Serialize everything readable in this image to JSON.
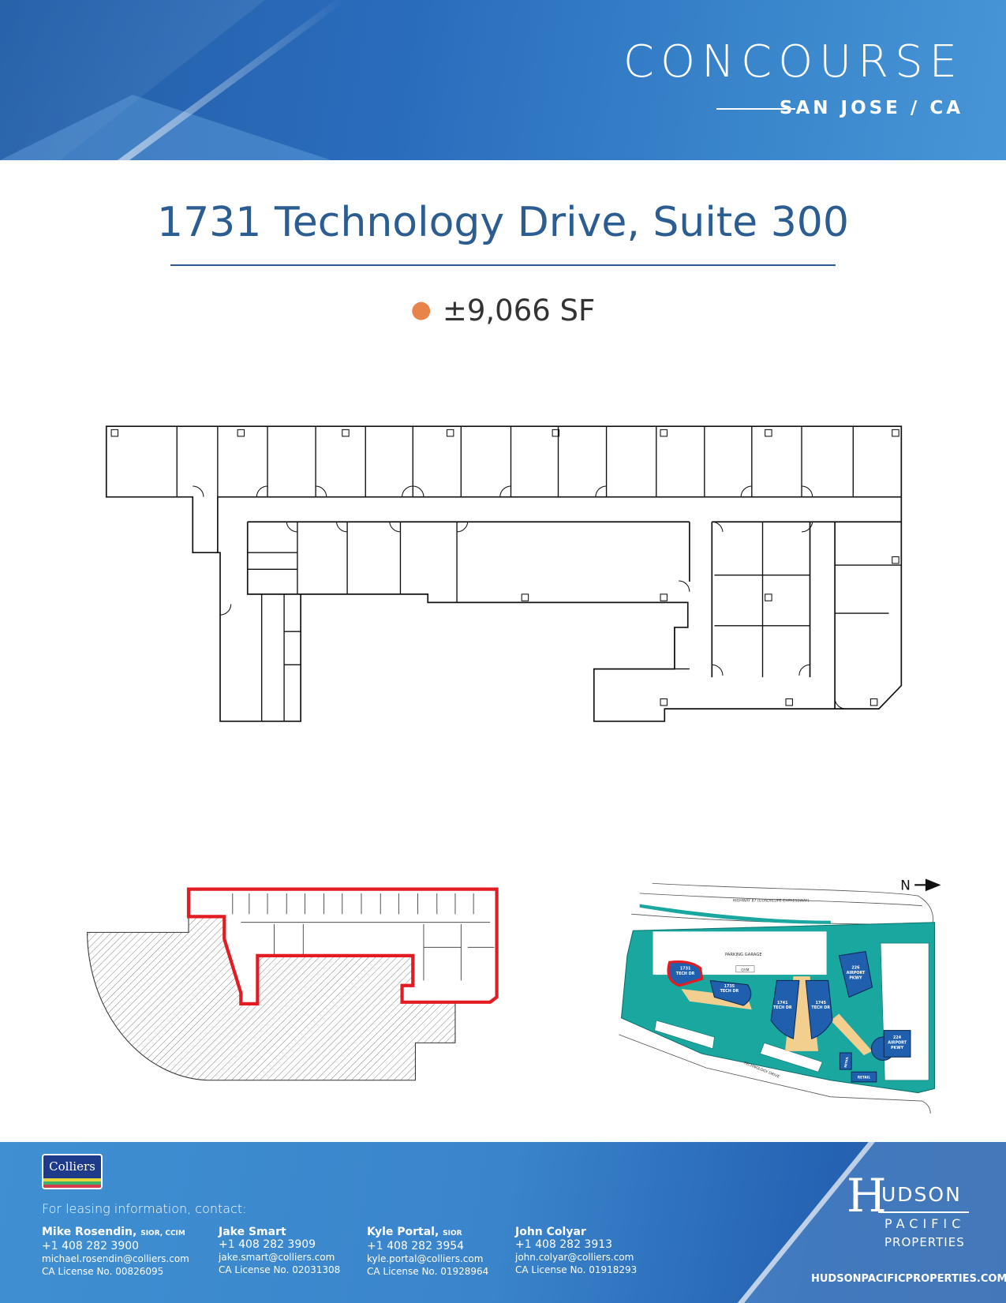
{
  "header": {
    "brand": "CONCOURSE",
    "location": "SAN JOSE / CA"
  },
  "title": "1731 Technology Drive, Suite 300",
  "size": "±9,066 SF",
  "colors": {
    "brand_blue": "#2a6cbc",
    "title": "#2b5d92",
    "bullet": "#e8834a",
    "highlight": "#e31b23",
    "site_teal": "#1aa7a0",
    "building": "#1f5fae"
  },
  "site_map": {
    "north": "N",
    "highway": "HIGHWAY 87 (GUADALUPE EXPRESSWAY)",
    "garage": "PARKING GARAGE",
    "gym": "GYM",
    "street": "TECHNOLOGY DRIVE",
    "buildings": [
      {
        "l1": "1731",
        "l2": "TECH DR"
      },
      {
        "l1": "1735",
        "l2": "TECH DR"
      },
      {
        "l1": "1741",
        "l2": "TECH DR"
      },
      {
        "l1": "1745",
        "l2": "TECH DR"
      },
      {
        "l1": "226",
        "l2": "AIRPORT",
        "l3": "PKWY"
      },
      {
        "l1": "224",
        "l2": "AIRPORT",
        "l3": "PKWY"
      }
    ],
    "retail": [
      "RETAIL",
      "RETAIL"
    ]
  },
  "footer": {
    "logo": "Colliers",
    "lead": "For leasing information, contact:",
    "contacts": [
      {
        "name": "Mike Rosendin,",
        "cred": "SIOR, CCIM",
        "phone": "+1 408 282 3900",
        "email": "michael.rosendin@colliers.com",
        "license": "CA License No. 00826095"
      },
      {
        "name": "Jake Smart",
        "cred": "",
        "phone": "+1 408 282 3909",
        "email": "jake.smart@colliers.com",
        "license": "CA License No. 02031308"
      },
      {
        "name": "Kyle Portal,",
        "cred": "SIOR",
        "phone": "+1 408 282 3954",
        "email": "kyle.portal@colliers.com",
        "license": "CA License No. 01928964"
      },
      {
        "name": "John Colyar",
        "cred": "",
        "phone": "+1 408 282 3913",
        "email": "john.colyar@colliers.com",
        "license": "CA License No. 01918293"
      }
    ],
    "hudson": {
      "h": "H",
      "udson": "UDSON",
      "pacific": "PACIFIC",
      "properties": "PROPERTIES",
      "url": "HUDSONPACIFICPROPERTIES.COM"
    }
  }
}
